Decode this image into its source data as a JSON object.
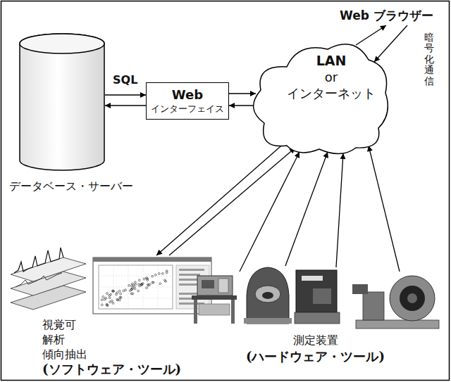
{
  "diagram": {
    "nodes": [
      {
        "text": [
          "データベース・サーバー"
        ]
      },
      {
        "text": [
          "Web",
          "インターフェイス"
        ]
      },
      {
        "text": [
          "LAN",
          "or",
          "インターネット"
        ]
      },
      {
        "text": [
          "Web ブラウザー"
        ]
      },
      {
        "text": [
          "視覚可",
          "解析",
          "傾向抽出",
          "(ソフトウェア・ツール)"
        ]
      },
      {
        "text": [
          "測定装置",
          "(ハードウェア・ツール)"
        ]
      }
    ],
    "edges": [
      {
        "from": 0,
        "to": 1,
        "arrow": "to",
        "label": "SQL"
      },
      {
        "from": 1,
        "to": 0,
        "arrow": "to"
      },
      {
        "from": 1,
        "to": 2,
        "arrow": "to"
      },
      {
        "from": 2,
        "to": 1,
        "arrow": "to"
      },
      {
        "from": 2,
        "to": 3,
        "arrow": "to"
      },
      {
        "from": 3,
        "to": 2,
        "arrow": "to",
        "label": "暗号化通信"
      },
      {
        "from": 2,
        "to": 4,
        "arrow": "to"
      },
      {
        "from": 4,
        "to": 2,
        "arrow": "to"
      },
      {
        "from": 5,
        "to": 2,
        "arrow": "to"
      },
      {
        "from": 5,
        "to": 2,
        "arrow": "to"
      },
      {
        "from": 5,
        "to": 2,
        "arrow": "to"
      },
      {
        "from": 5,
        "to": 2,
        "arrow": "to"
      }
    ]
  }
}
